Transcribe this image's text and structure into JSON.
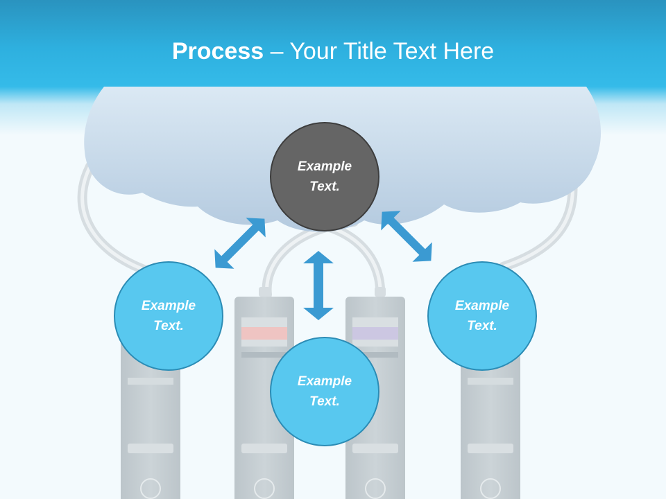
{
  "slide": {
    "title_bold": "Process",
    "title_rest": " – Your Title Text Here"
  },
  "nodes": {
    "center": "Example\nText.",
    "left": "Example\nText.",
    "middle": "Example\nText.",
    "right": "Example\nText."
  },
  "colors": {
    "header": "#2eb0df",
    "center_node": "#656565",
    "outer_node": "#58c8ef",
    "arrow": "#3b9ad2",
    "cloud": "#c3d8ea",
    "server": "#c7cfd3"
  }
}
